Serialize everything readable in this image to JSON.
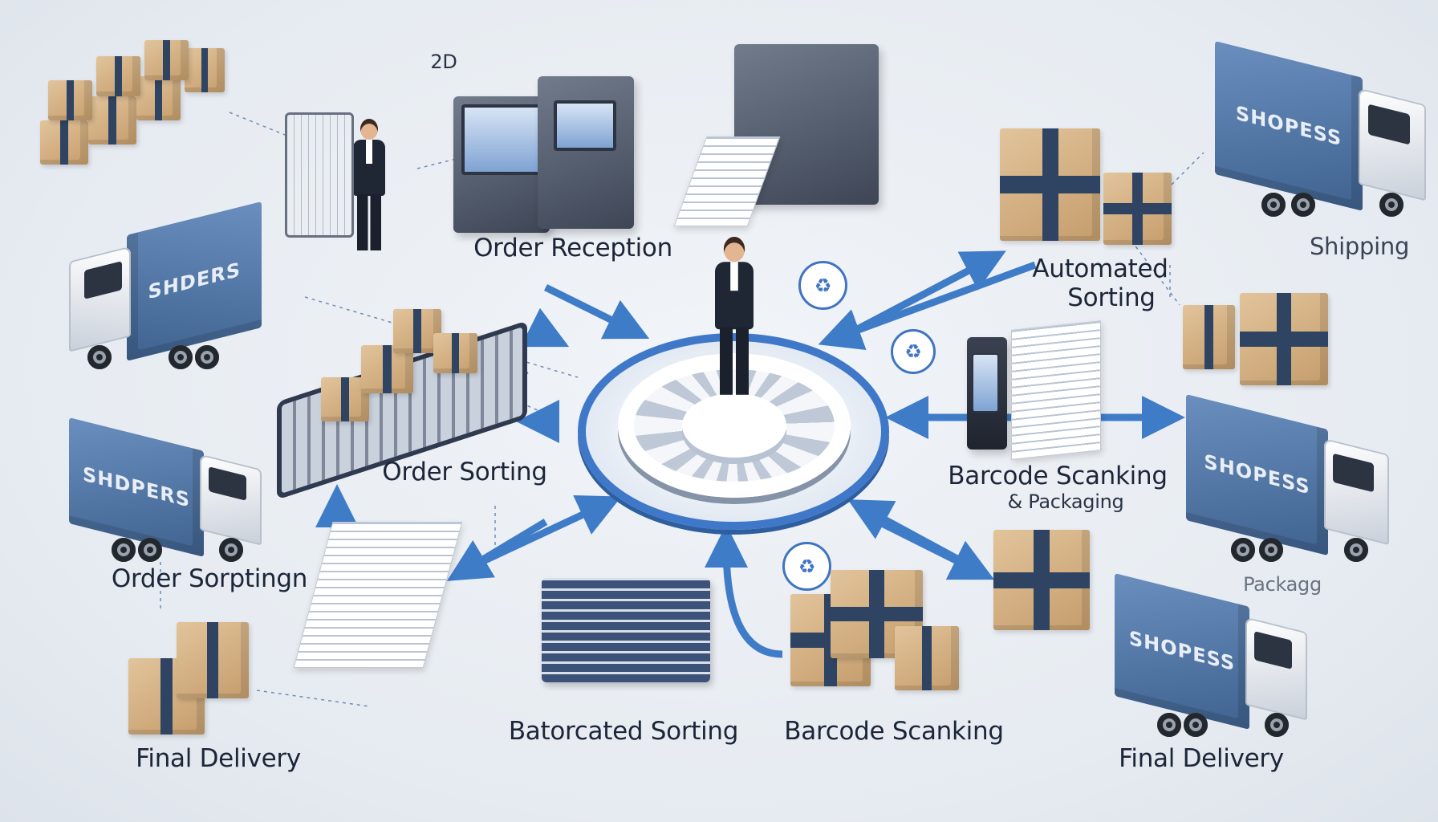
{
  "header": {
    "tag": "2D"
  },
  "labels": {
    "order_reception": "Order Reception",
    "automated_sorting_1": "Automated",
    "automated_sorting_2": "Sorting",
    "shipping": "Shipping",
    "order_sorting": "Order Sorting",
    "barcode_packaging_1": "Barcode Scanking",
    "barcode_packaging_2": "& Packaging",
    "order_sorptingn": "Order Sorptingn",
    "packagg": "Packagg",
    "batorcated_sorting": "Batorcated Sorting",
    "barcode_scanking": "Barcode Scanking",
    "final_delivery_left": "Final Delivery",
    "final_delivery_right": "Final Delivery"
  },
  "trucks": {
    "top_right": "SHOPESS",
    "left_mid": "SHDERS",
    "left_low": "SHDPERS",
    "right_mid": "SHOPESS",
    "right_low": "SHOPESS"
  },
  "icons": [
    "recycle-icon",
    "recycle-icon",
    "recycle-icon"
  ],
  "colors": {
    "accent": "#3f74c3",
    "truck": "#4f73a3",
    "box": "#d2ad7e",
    "background": "#e9eef3"
  }
}
